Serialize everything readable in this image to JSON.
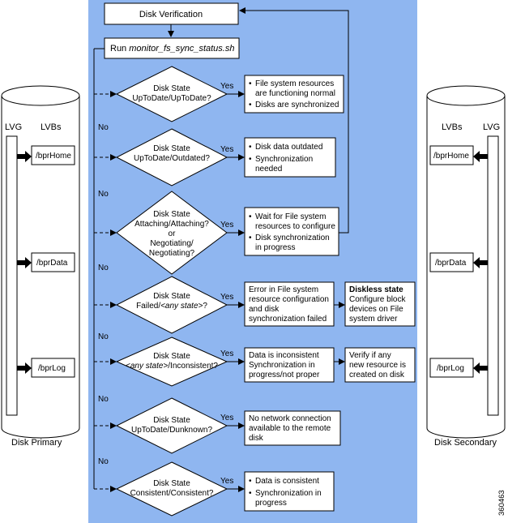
{
  "flow": {
    "start": "Disk Verification",
    "run_prefix": "Run ",
    "run_script": "monitor_fs_sync_status.sh",
    "yes": "Yes",
    "no": "No",
    "decisions": [
      {
        "lines": [
          "Disk State",
          "UpToDate/UpToDate?"
        ]
      },
      {
        "lines": [
          "Disk State",
          "UpToDate/Outdated?"
        ]
      },
      {
        "lines": [
          "Disk State",
          "Attaching/Attaching?",
          "or",
          "Negotiating/",
          "Negotiating?"
        ]
      },
      {
        "line1": "Disk State",
        "line2_a": "Failed/",
        "line2_b": "<any state>",
        "line2_c": "?"
      },
      {
        "line1": "Disk State",
        "line2_a": "<any state>",
        "line2_b": "/Inconsistent?"
      },
      {
        "lines": [
          "Disk State",
          "UpToDate/Dunknown?"
        ]
      },
      {
        "lines": [
          "Disk State",
          "Consistent/Consistent?"
        ]
      }
    ],
    "results": [
      {
        "bullets": [
          [
            "File system resources",
            "are functioning normal"
          ],
          [
            "Disks are synchronized"
          ]
        ]
      },
      {
        "bullets": [
          [
            "Disk data outdated"
          ],
          [
            "Synchronization",
            "needed"
          ]
        ]
      },
      {
        "bullets": [
          [
            "Wait for File system",
            "resources to configure"
          ],
          [
            "Disk synchronization",
            "in progress"
          ]
        ]
      },
      {
        "lines": [
          "Error in File system",
          "resource configuration",
          "and disk",
          "synchronization failed"
        ]
      },
      {
        "lines": [
          "Data is inconsistent",
          "Synchronization in",
          "progress/not proper"
        ]
      },
      {
        "lines": [
          "No network connection",
          "available to the remote",
          "disk"
        ]
      },
      {
        "bullets": [
          [
            "Data is consistent"
          ],
          [
            "Synchronization in",
            "progress"
          ]
        ]
      }
    ],
    "diskless": {
      "title": "Diskless state",
      "lines": [
        "Configure block",
        "devices on File",
        "system driver"
      ]
    },
    "verify": {
      "lines": [
        "Verify if any",
        "new resource is",
        "created on disk"
      ]
    }
  },
  "disks": {
    "primary": {
      "label": "Disk Primary",
      "lvg": "LVG",
      "lvbs": "LVBs",
      "volumes": [
        "/bprHome",
        "/bprData",
        "/bprLog"
      ]
    },
    "secondary": {
      "label": "Disk Secondary",
      "lvg": "LVG",
      "lvbs": "LVBs",
      "volumes": [
        "/bprHome",
        "/bprData",
        "/bprLog"
      ]
    }
  },
  "figure_id": "360463",
  "colors": {
    "panel": "#8fb6f0",
    "box": "#ffffff",
    "line": "#000000"
  }
}
